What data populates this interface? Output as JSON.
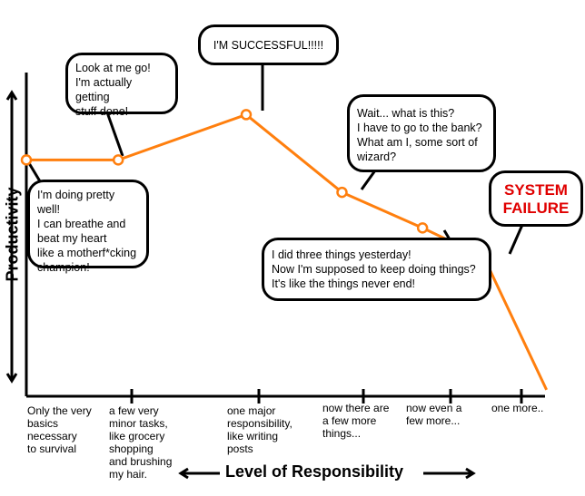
{
  "chart_data": {
    "type": "line",
    "title": "",
    "xlabel": "Level of Responsibility",
    "ylabel": "Productivity",
    "xlim": [
      0,
      105
    ],
    "ylim": [
      0,
      100
    ],
    "grid": false,
    "x": [
      0,
      18.6,
      44.5,
      63.9,
      80.2,
      92.6,
      105.3
    ],
    "y": [
      73,
      73,
      87,
      63,
      52,
      43,
      2
    ],
    "color": "#ff7f0e",
    "tick_labels": [
      "Only the very\n basics\n necessary\n to survival",
      "a few very\nminor tasks,\nlike grocery\nshopping\nand brushing\nmy hair.",
      "one major\nresponsibility,\nlike writing\n posts",
      "now there are\n a few more\n things...",
      "now even a\n few more...",
      "one more.."
    ],
    "annotations": [
      "I'm doing pretty well!\nI can breathe and\nbeat my heart\n like a motherf*cking\n champion!",
      "Look at me go!\nI'm actually getting\nstuff done!",
      "I'M SUCCESSFUL!!!!!",
      "Wait...  what is this?\n I have to go to the bank?\n What am I, some sort of\n  wizard?",
      "I did three things yesterday!\nNow I'm supposed to keep doing things?\nIt's like the things never end!",
      "SYSTEM\nFAILURE"
    ]
  }
}
